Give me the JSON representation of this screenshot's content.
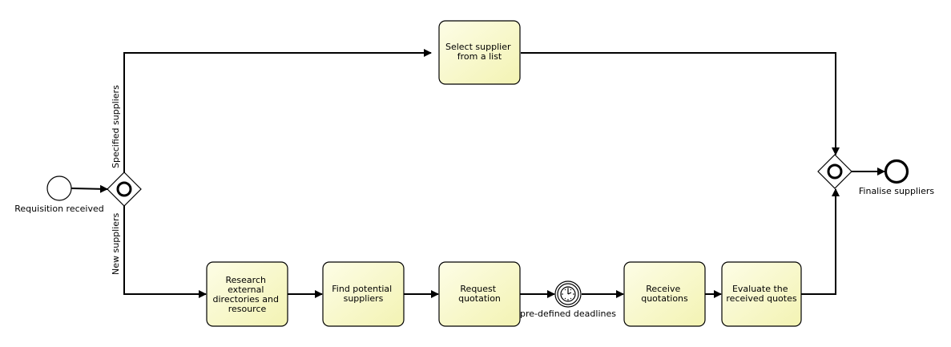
{
  "start_event": {
    "label": "Requisition received"
  },
  "end_event": {
    "label": "Finalise suppliers"
  },
  "split_gateway": {
    "upper_branch_label": "Specified suppliers",
    "lower_branch_label": "New suppliers"
  },
  "tasks": {
    "select_supplier": [
      "Select supplier",
      "from a list"
    ],
    "research": [
      "Research",
      "external",
      "directories and",
      "resource"
    ],
    "find_suppliers": [
      "Find potential",
      "suppliers"
    ],
    "request_quotation": [
      "Request",
      "quotation"
    ],
    "receive_quotations": [
      "Receive",
      "quotations"
    ],
    "evaluate_quotes": [
      "Evaluate the",
      "received quotes"
    ]
  },
  "timer_event": {
    "label": "pre-defined deadlines",
    "icon": "clock-icon"
  }
}
